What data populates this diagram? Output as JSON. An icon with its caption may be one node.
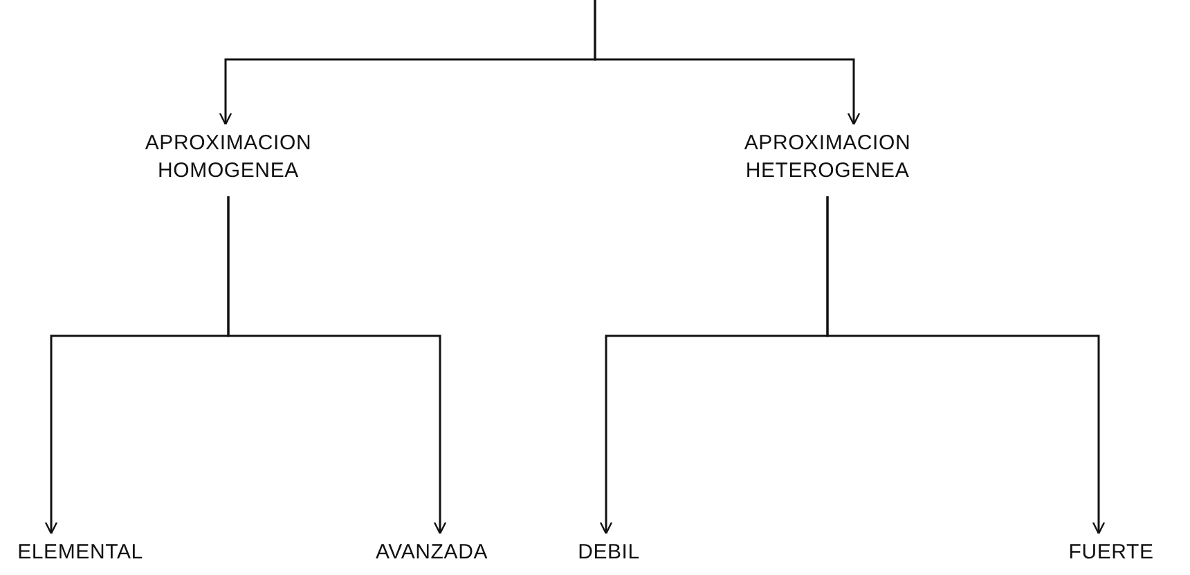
{
  "diagram": {
    "nodes": [
      {
        "text": [
          "APROXIMACION HOMOGENEA"
        ]
      },
      {
        "text": [
          "APROXIMACION HETEROGENEA"
        ]
      },
      {
        "text": [
          "ELEMENTAL"
        ]
      },
      {
        "text": [
          "AVANZADA"
        ]
      },
      {
        "text": [
          "DEBIL"
        ]
      },
      {
        "text": [
          "FUERTE"
        ]
      }
    ],
    "edges": [
      {
        "from": null,
        "to": 0,
        "arrow": "to"
      },
      {
        "from": null,
        "to": 1,
        "arrow": "to"
      },
      {
        "from": 0,
        "to": 2,
        "arrow": "to"
      },
      {
        "from": 0,
        "to": 3,
        "arrow": "to"
      },
      {
        "from": 1,
        "to": 4,
        "arrow": "to"
      },
      {
        "from": 1,
        "to": 5,
        "arrow": "to"
      }
    ]
  }
}
